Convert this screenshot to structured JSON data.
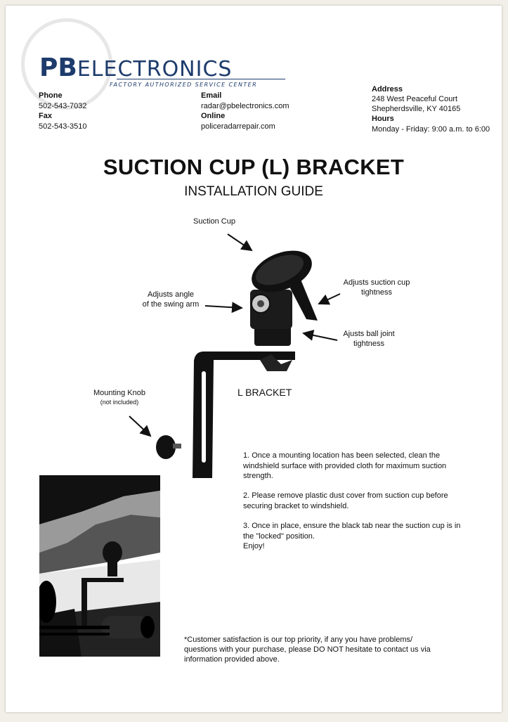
{
  "company": {
    "logo_text": "PBELECTRONICS",
    "logo_subtitle": "FACTORY AUTHORIZED SERVICE CENTER"
  },
  "contact": {
    "phone_label": "Phone",
    "phone": "502-543-7032",
    "fax_label": "Fax",
    "fax": "502-543-3510",
    "email_label": "Email",
    "email": "radar@pbelectronics.com",
    "online_label": "Online",
    "online": "policeradarrepair.com",
    "address_label": "Address",
    "address_line1": "248 West Peaceful Court",
    "address_line2": "Shepherdsville, KY 40165",
    "hours_label": "Hours",
    "hours": "Monday - Friday: 9:00 a.m. to 6:00"
  },
  "title": "SUCTION CUP (L) BRACKET",
  "subtitle": "INSTALLATION GUIDE",
  "callouts": {
    "suction_cup": "Suction Cup",
    "swing_arm_line1": "Adjusts angle",
    "swing_arm_line2": "of the swing arm",
    "suction_tightness_line1": "Adjusts suction cup",
    "suction_tightness_line2": "tightness",
    "ball_joint_line1": "Ajusts ball joint",
    "ball_joint_line2": "tightness",
    "l_bracket": "L BRACKET",
    "mounting_knob": "Mounting Knob",
    "not_included": "(not included)"
  },
  "steps": [
    "1. Once a mounting location has been selected, clean the windshield surface with provided cloth for maximum suction strength.",
    "2. Please remove plastic dust cover from suction cup before securing bracket to windshield.",
    "3. Once in place, ensure the black tab near the suction cup is in the \"locked\" position."
  ],
  "enjoy": "Enjoy!",
  "footer_note": "*Customer satisfaction is our top priority, if any you have problems/ questions with your purchase, please DO NOT hesitate to contact us via information provided above.",
  "colors": {
    "brand_blue": "#1d3b6c",
    "text": "#111111"
  }
}
